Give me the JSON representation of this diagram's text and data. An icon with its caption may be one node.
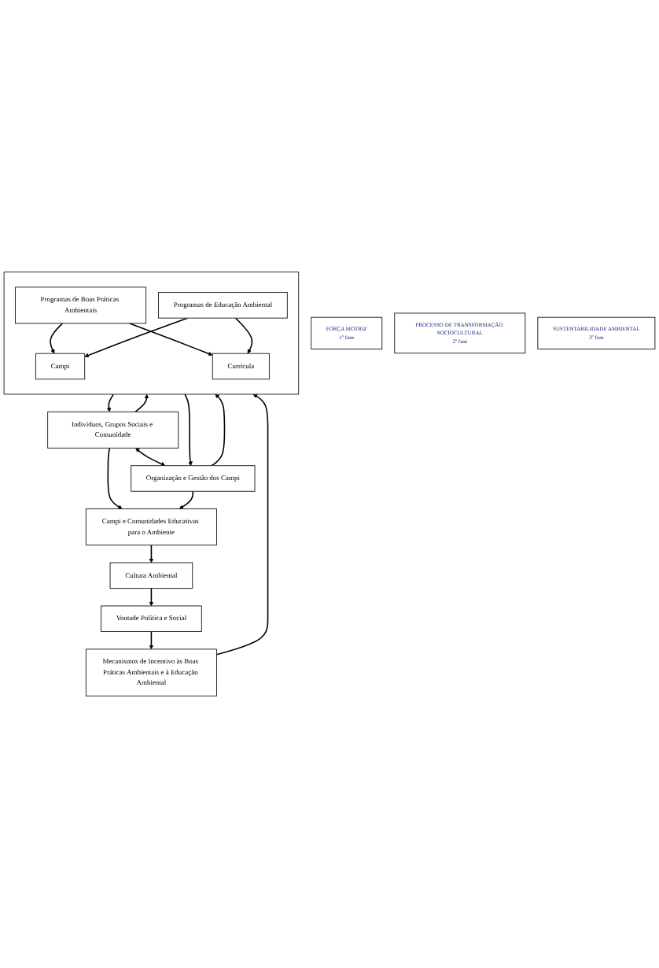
{
  "diagram": {
    "nodes": [
      {
        "text": [
          "FORÇA MOTRIZ",
          "1º fase"
        ]
      },
      {
        "text": [
          "Vontade Política e Social"
        ]
      },
      {
        "text": [
          "Mecanismos de Incentivo às Boas Práticas Ambientais e à Educação Ambiental"
        ]
      },
      {
        "text": [
          "PROCESSO DE TRANSFORMAÇÃO SOCIOCULTURAL",
          "2º fase"
        ]
      },
      {
        "text": [],
        "shape": "box"
      },
      {
        "text": [
          "Programas de Boas Práticas Ambientais"
        ],
        "in": 4
      },
      {
        "text": [
          "Campi"
        ],
        "in": 4
      },
      {
        "text": [
          "Currícula"
        ],
        "in": 4
      },
      {
        "text": [
          "Programas de Educação Ambiental"
        ],
        "in": 4
      },
      {
        "text": [
          "Indivíduos, Grupos Sociais e Comunidade"
        ]
      },
      {
        "text": [
          "Organização e Gestão dos Campi"
        ]
      },
      {
        "text": [
          "SUSTENTABILIDADE AMBIENTAL",
          "3º fase"
        ]
      },
      {
        "text": [
          "Campi e Comunidades Educativas para o Ambiente"
        ]
      },
      {
        "text": [
          "Cultura Ambiental"
        ]
      }
    ],
    "edges": [
      {
        "from": 1,
        "to": 2,
        "arrow": "to"
      },
      {
        "from": 2,
        "to": 4,
        "arrow": "to"
      },
      {
        "from": 5,
        "to": 6,
        "arrow": "to"
      },
      {
        "from": 5,
        "to": 7,
        "arrow": "to"
      },
      {
        "from": 8,
        "to": 6,
        "arrow": "to"
      },
      {
        "from": 8,
        "to": 7,
        "arrow": "to"
      },
      {
        "from": 4,
        "to": 9,
        "arrow": "to"
      },
      {
        "from": 9,
        "to": 4,
        "arrow": "to"
      },
      {
        "from": 4,
        "to": 10,
        "arrow": "to"
      },
      {
        "from": 10,
        "to": 4,
        "arrow": "to"
      },
      {
        "from": 9,
        "to": 10,
        "arrow": "both"
      },
      {
        "from": 9,
        "to": 12,
        "arrow": "to"
      },
      {
        "from": 10,
        "to": 12,
        "arrow": "to"
      },
      {
        "from": 12,
        "to": 13,
        "arrow": "to"
      },
      {
        "from": 13,
        "to": 1,
        "arrow": "to"
      }
    ]
  }
}
